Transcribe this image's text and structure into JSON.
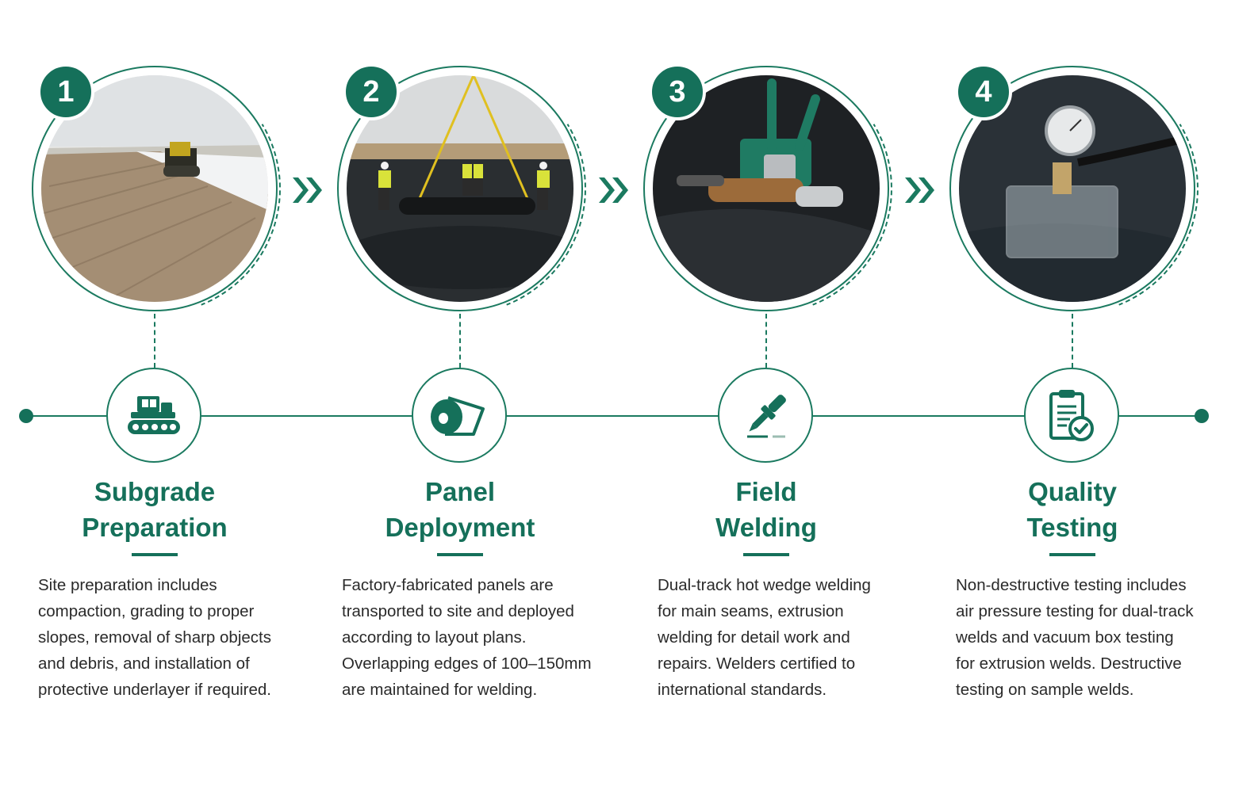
{
  "colors": {
    "accent": "#15705a",
    "line": "#1b7a60",
    "text": "#2a2a2a"
  },
  "steps": [
    {
      "number": "1",
      "title_line1": "Subgrade",
      "title_line2": "Preparation",
      "icon": "bulldozer-icon",
      "photo": "compacted subgrade with roller photo",
      "desc": [
        "Site preparation includes",
        "compaction, grading to proper",
        "slopes, removal of sharp objects",
        "and debris, and installation of",
        "protective underlayer if required."
      ]
    },
    {
      "number": "2",
      "title_line1": "Panel",
      "title_line2": "Deployment",
      "icon": "roll-icon",
      "photo": "geomembrane roll deployment photo",
      "desc": [
        "Factory-fabricated panels are",
        "transported to site and deployed",
        "according to layout plans.",
        "Overlapping edges of 100–150mm",
        "are maintained for welding."
      ]
    },
    {
      "number": "3",
      "title_line1": "Field",
      "title_line2": "Welding",
      "icon": "welding-torch-icon",
      "photo": "hot wedge welding machine photo",
      "desc": [
        "Dual-track hot wedge welding",
        "for main seams, extrusion",
        "welding for detail work and",
        "repairs. Welders certified to",
        "international standards."
      ]
    },
    {
      "number": "4",
      "title_line1": "Quality",
      "title_line2": "Testing",
      "icon": "clipboard-check-icon",
      "photo": "vacuum box testing photo",
      "desc": [
        "Non-destructive testing includes",
        "air pressure testing for dual-track",
        "welds and vacuum box testing",
        "for extrusion welds. Destructive",
        "testing on sample welds."
      ]
    }
  ]
}
